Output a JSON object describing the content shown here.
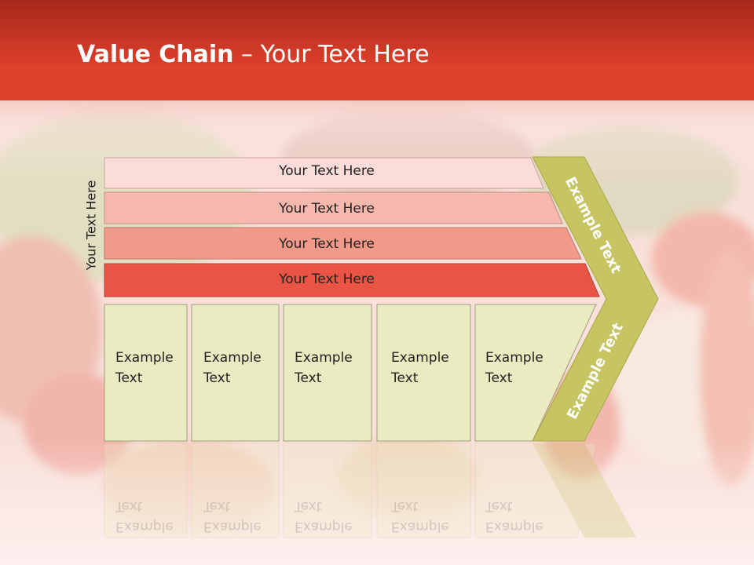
{
  "title": {
    "bold": "Value Chain",
    "rest": " – Your Text Here"
  },
  "side_label": "Your Text Here",
  "bands": [
    "Your Text Here",
    "Your Text Here",
    "Your Text Here",
    "Your Text Here"
  ],
  "boxes": [
    [
      "Example",
      "Text"
    ],
    [
      "Example",
      "Text"
    ],
    [
      "Example",
      "Text"
    ],
    [
      "Example",
      "Text"
    ],
    [
      "Example",
      "Text"
    ]
  ],
  "chevron": {
    "upper": "Example Text",
    "lower": "Example Text"
  },
  "colors": {
    "header_red": "#e0412c",
    "band_1": "#fbdcd8",
    "band_2": "#f6b7ad",
    "band_3": "#f19a8a",
    "band_4": "#ea5444",
    "box_fill": "#ebebc2",
    "chevron_fill": "#c6c561"
  }
}
